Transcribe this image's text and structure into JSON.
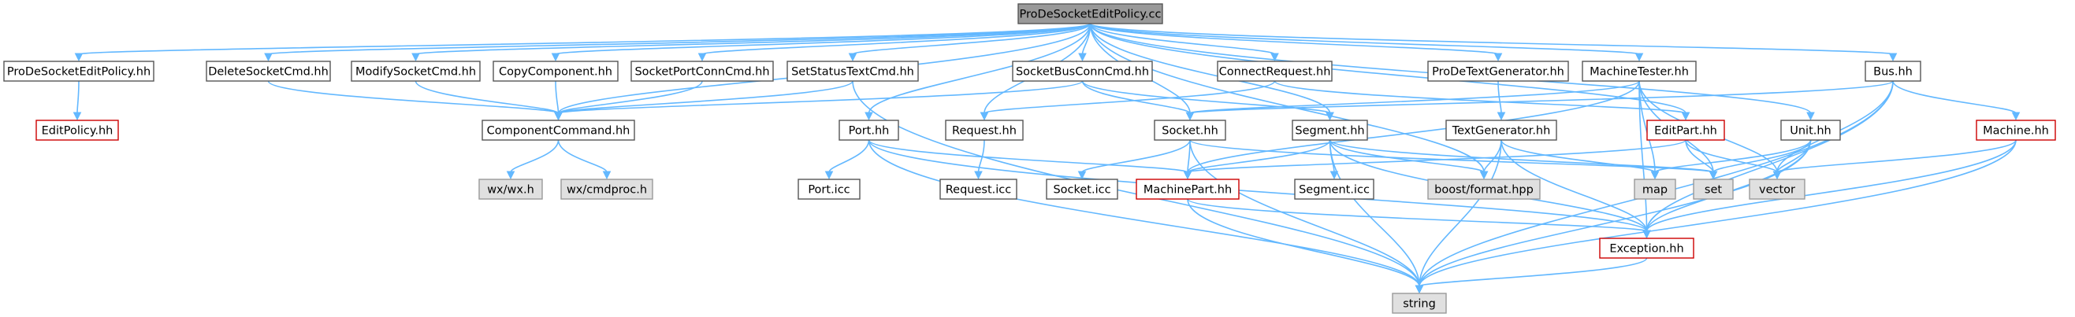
{
  "colors": {
    "edge": "#63b8ff",
    "default_fill": "#ffffff",
    "default_border": "#555555",
    "focus_fill": "#999999",
    "focus_border": "#555555",
    "system_fill": "#e0e0e0",
    "system_border": "#999999",
    "missing_border": "#cc0000"
  },
  "nodes": [
    {
      "id": "root",
      "label": "ProDeSocketEditPolicy.cc",
      "style": "focus"
    },
    {
      "id": "pdsep_hh",
      "label": "ProDeSocketEditPolicy.hh",
      "style": "default"
    },
    {
      "id": "editpolicy",
      "label": "EditPolicy.hh",
      "style": "missing"
    },
    {
      "id": "deletesocket",
      "label": "DeleteSocketCmd.hh",
      "style": "default"
    },
    {
      "id": "modifysocket",
      "label": "ModifySocketCmd.hh",
      "style": "default"
    },
    {
      "id": "copycomponent",
      "label": "CopyComponent.hh",
      "style": "default"
    },
    {
      "id": "socketportconn",
      "label": "SocketPortConnCmd.hh",
      "style": "default"
    },
    {
      "id": "setstatustext",
      "label": "SetStatusTextCmd.hh",
      "style": "default"
    },
    {
      "id": "socketbusconn",
      "label": "SocketBusConnCmd.hh",
      "style": "default"
    },
    {
      "id": "connectrequest",
      "label": "ConnectRequest.hh",
      "style": "default"
    },
    {
      "id": "prodetextgen",
      "label": "ProDeTextGenerator.hh",
      "style": "default"
    },
    {
      "id": "machinetester",
      "label": "MachineTester.hh",
      "style": "default"
    },
    {
      "id": "bus",
      "label": "Bus.hh",
      "style": "default"
    },
    {
      "id": "componentcommand",
      "label": "ComponentCommand.hh",
      "style": "default"
    },
    {
      "id": "wxwx",
      "label": "wx/wx.h",
      "style": "system"
    },
    {
      "id": "wxcmdproc",
      "label": "wx/cmdproc.h",
      "style": "system"
    },
    {
      "id": "port",
      "label": "Port.hh",
      "style": "default"
    },
    {
      "id": "request",
      "label": "Request.hh",
      "style": "default"
    },
    {
      "id": "socket",
      "label": "Socket.hh",
      "style": "default"
    },
    {
      "id": "segment",
      "label": "Segment.hh",
      "style": "default"
    },
    {
      "id": "textgenerator",
      "label": "TextGenerator.hh",
      "style": "default"
    },
    {
      "id": "editpart",
      "label": "EditPart.hh",
      "style": "missing"
    },
    {
      "id": "unit",
      "label": "Unit.hh",
      "style": "default"
    },
    {
      "id": "machine",
      "label": "Machine.hh",
      "style": "missing"
    },
    {
      "id": "porticc",
      "label": "Port.icc",
      "style": "default"
    },
    {
      "id": "requesticc",
      "label": "Request.icc",
      "style": "default"
    },
    {
      "id": "socketicc",
      "label": "Socket.icc",
      "style": "default"
    },
    {
      "id": "machinepart",
      "label": "MachinePart.hh",
      "style": "missing"
    },
    {
      "id": "segmenticc",
      "label": "Segment.icc",
      "style": "default"
    },
    {
      "id": "boostformat",
      "label": "boost/format.hpp",
      "style": "system"
    },
    {
      "id": "map",
      "label": "map",
      "style": "system"
    },
    {
      "id": "set",
      "label": "set",
      "style": "system"
    },
    {
      "id": "vector",
      "label": "vector",
      "style": "system"
    },
    {
      "id": "exception",
      "label": "Exception.hh",
      "style": "missing"
    },
    {
      "id": "string",
      "label": "string",
      "style": "system"
    }
  ],
  "edges": [
    [
      "root",
      "pdsep_hh"
    ],
    [
      "root",
      "deletesocket"
    ],
    [
      "root",
      "modifysocket"
    ],
    [
      "root",
      "copycomponent"
    ],
    [
      "root",
      "socketportconn"
    ],
    [
      "root",
      "setstatustext"
    ],
    [
      "root",
      "socketbusconn"
    ],
    [
      "root",
      "connectrequest"
    ],
    [
      "root",
      "prodetextgen"
    ],
    [
      "root",
      "machinetester"
    ],
    [
      "root",
      "bus"
    ],
    [
      "root",
      "componentcommand"
    ],
    [
      "root",
      "port"
    ],
    [
      "root",
      "request"
    ],
    [
      "root",
      "socket"
    ],
    [
      "root",
      "segment"
    ],
    [
      "root",
      "editpart"
    ],
    [
      "root",
      "unit"
    ],
    [
      "root",
      "boostformat"
    ],
    [
      "pdsep_hh",
      "editpolicy"
    ],
    [
      "deletesocket",
      "componentcommand"
    ],
    [
      "modifysocket",
      "componentcommand"
    ],
    [
      "copycomponent",
      "componentcommand"
    ],
    [
      "socketportconn",
      "componentcommand"
    ],
    [
      "setstatustext",
      "componentcommand"
    ],
    [
      "setstatustext",
      "string"
    ],
    [
      "socketbusconn",
      "componentcommand"
    ],
    [
      "socketbusconn",
      "socket"
    ],
    [
      "socketbusconn",
      "segment"
    ],
    [
      "connectrequest",
      "request"
    ],
    [
      "connectrequest",
      "editpart"
    ],
    [
      "prodetextgen",
      "textgenerator"
    ],
    [
      "machinetester",
      "socket"
    ],
    [
      "machinetester",
      "machinepart"
    ],
    [
      "machinetester",
      "map"
    ],
    [
      "machinetester",
      "set"
    ],
    [
      "machinetester",
      "vector"
    ],
    [
      "machinetester",
      "exception"
    ],
    [
      "bus",
      "machine"
    ],
    [
      "bus",
      "vector"
    ],
    [
      "bus",
      "exception"
    ],
    [
      "bus",
      "string"
    ],
    [
      "bus",
      "socket"
    ],
    [
      "componentcommand",
      "wxwx"
    ],
    [
      "componentcommand",
      "wxcmdproc"
    ],
    [
      "port",
      "porticc"
    ],
    [
      "port",
      "machinepart"
    ],
    [
      "port",
      "exception"
    ],
    [
      "port",
      "string"
    ],
    [
      "request",
      "requesticc"
    ],
    [
      "socket",
      "socketicc"
    ],
    [
      "socket",
      "machinepart"
    ],
    [
      "socket",
      "set"
    ],
    [
      "socket",
      "string"
    ],
    [
      "segment",
      "segmenticc"
    ],
    [
      "segment",
      "machinepart"
    ],
    [
      "segment",
      "exception"
    ],
    [
      "segment",
      "string"
    ],
    [
      "segment",
      "boostformat"
    ],
    [
      "segment",
      "set"
    ],
    [
      "textgenerator",
      "boostformat"
    ],
    [
      "textgenerator",
      "map"
    ],
    [
      "textgenerator",
      "exception"
    ],
    [
      "textgenerator",
      "string"
    ],
    [
      "editpart",
      "set"
    ],
    [
      "editpart",
      "vector"
    ],
    [
      "editpart",
      "machinepart"
    ],
    [
      "unit",
      "map"
    ],
    [
      "unit",
      "set"
    ],
    [
      "unit",
      "vector"
    ],
    [
      "unit",
      "exception"
    ],
    [
      "unit",
      "string"
    ],
    [
      "machine",
      "vector"
    ],
    [
      "machine",
      "exception"
    ],
    [
      "machine",
      "string"
    ],
    [
      "machinepart",
      "exception"
    ],
    [
      "machinepart",
      "string"
    ],
    [
      "exception",
      "string"
    ]
  ]
}
